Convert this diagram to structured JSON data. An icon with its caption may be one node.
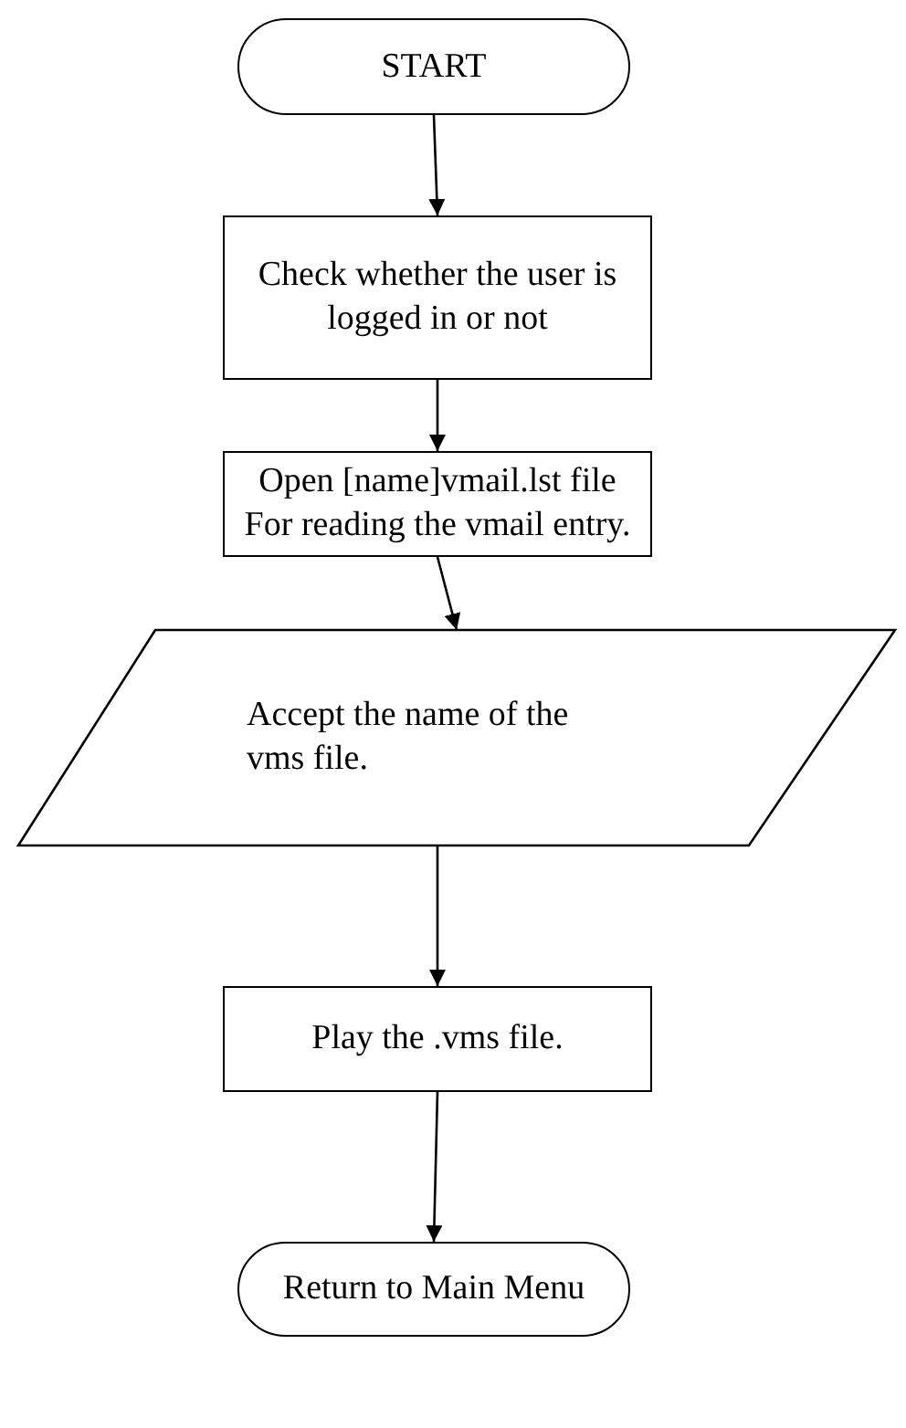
{
  "diagram": {
    "nodes": [
      {
        "text": [
          "START"
        ]
      },
      {
        "text": [
          "Check whether the user is logged in or not"
        ]
      },
      {
        "text": [
          "Open [name]vmail.lst file",
          "For reading the vmail entry."
        ]
      },
      {
        "text": [
          "Accept the name of the vms file."
        ]
      },
      {
        "text": [
          "Play the .vms file."
        ]
      },
      {
        "text": [
          "Return to Main Menu"
        ]
      }
    ],
    "edges": [
      {
        "from": 0,
        "to": 1,
        "arrow": "to"
      },
      {
        "from": 1,
        "to": 2,
        "arrow": "to"
      },
      {
        "from": 2,
        "to": 3,
        "arrow": "to"
      },
      {
        "from": 3,
        "to": 4,
        "arrow": "to"
      },
      {
        "from": 4,
        "to": 5,
        "arrow": "to"
      }
    ]
  }
}
